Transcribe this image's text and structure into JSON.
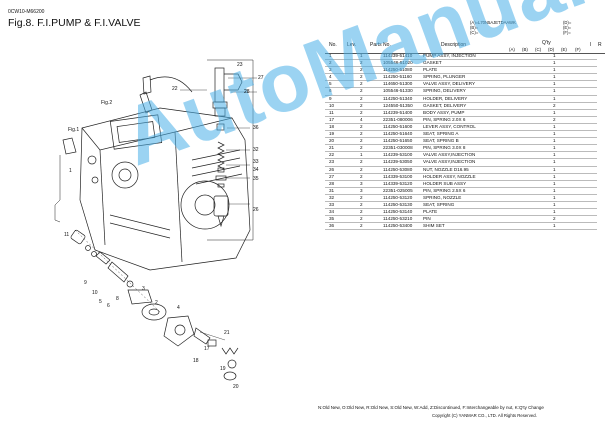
{
  "doc_code": "0CW10-M66200",
  "fig_title": "Fig.8.  F.I.PUMP & F.I.VALVE",
  "codes_left": [
    "(A)=L70N5AJETDAAWK",
    "(B)=",
    "(C)="
  ],
  "codes_right": [
    "(D)=",
    "(E)=",
    "(F)="
  ],
  "headers": {
    "no": "No.",
    "lev": "Lev.",
    "parts_no": "Parts No.",
    "description": "Description",
    "qty": "Q'ty",
    "i": "I",
    "r": "R"
  },
  "qty_cols": [
    "(A)",
    "(B)",
    "(C)",
    "(D)",
    "(E)",
    "(F)"
  ],
  "parts": [
    {
      "no": "1",
      "lev": "1",
      "pn": "114239-51410",
      "desc": "PUMP ASSY, INJECTION",
      "qty": "1"
    },
    {
      "no": "2",
      "lev": "2",
      "pn": "105546-51020",
      "desc": "GASKET",
      "qty": "1"
    },
    {
      "no": "3",
      "lev": "2",
      "pn": "114250-51080",
      "desc": "PLATE",
      "qty": "1"
    },
    {
      "no": "4",
      "lev": "2",
      "pn": "114250-51160",
      "desc": "SPRING, PLUNGER",
      "qty": "1"
    },
    {
      "no": "5",
      "lev": "2",
      "pn": "114650-51300",
      "desc": "VALVE ASSY, DELIVERY",
      "qty": "1"
    },
    {
      "no": "6",
      "lev": "2",
      "pn": "105546-51330",
      "desc": "SPRING, DELIVERY",
      "qty": "1"
    },
    {
      "no": "9",
      "lev": "2",
      "pn": "114250-51340",
      "desc": "HOLDER, DELIVERY",
      "qty": "1"
    },
    {
      "no": "10",
      "lev": "2",
      "pn": "124550-51350",
      "desc": "GASKET, DELIVERY",
      "qty": "2"
    },
    {
      "no": "11",
      "lev": "2",
      "pn": "114239-51400",
      "desc": "BODY ASSY, PUMP",
      "qty": "1"
    },
    {
      "no": "17",
      "lev": "4",
      "pn": "22351-080006",
      "desc": "PIN, SPRING 2.0X 6",
      "qty": "2"
    },
    {
      "no": "18",
      "lev": "2",
      "pn": "114250-51600",
      "desc": "LEVER ASSY, CONTROL",
      "qty": "1"
    },
    {
      "no": "19",
      "lev": "2",
      "pn": "114250-51640",
      "desc": "SEAT, SPRING A",
      "qty": "1"
    },
    {
      "no": "20",
      "lev": "2",
      "pn": "114250-51650",
      "desc": "SEAT, SPRING B",
      "qty": "1"
    },
    {
      "no": "21",
      "lev": "2",
      "pn": "22351-030008",
      "desc": "PIN, SPRING 3.0X 8",
      "qty": "1"
    },
    {
      "no": "22",
      "lev": "1",
      "pn": "114239-53100",
      "desc": "VALVE ASSY,INJECTION",
      "qty": "1"
    },
    {
      "no": "23",
      "lev": "2",
      "pn": "114239-53050",
      "desc": "VALVE ASSY,INJECTION",
      "qty": "1"
    },
    {
      "no": "26",
      "lev": "2",
      "pn": "114250-53080",
      "desc": "NUT, NOZZLE D16.95",
      "qty": "1"
    },
    {
      "no": "27",
      "lev": "2",
      "pn": "114339-53100",
      "desc": "HOLDER ASSY, NOZZLE",
      "qty": "1"
    },
    {
      "no": "28",
      "lev": "3",
      "pn": "114339-53120",
      "desc": "HOLDER SUB ASSY",
      "qty": "1"
    },
    {
      "no": "31",
      "lev": "3",
      "pn": "22351-025005",
      "desc": "PIN, SPRING 2.5X 6",
      "qty": "1"
    },
    {
      "no": "32",
      "lev": "2",
      "pn": "114250-53120",
      "desc": "SPRING, NOZZLE",
      "qty": "1"
    },
    {
      "no": "33",
      "lev": "2",
      "pn": "114250-53130",
      "desc": "SEAT, SPRING",
      "qty": "1"
    },
    {
      "no": "34",
      "lev": "2",
      "pn": "114250-53140",
      "desc": "PLATE",
      "qty": "1"
    },
    {
      "no": "35",
      "lev": "2",
      "pn": "114250-53210",
      "desc": "PIN",
      "qty": "2"
    },
    {
      "no": "36",
      "lev": "2",
      "pn": "114250-53400",
      "desc": "SHIM SET",
      "qty": "1"
    }
  ],
  "footer_legend": "N:Old  New, O:Old  New, R:Old  New, S:Old  New, W:Add, Z:Discontinued, F:Interchangeable by nut, K:Q'ty Change",
  "copyright": "Copyright (C) YANMAR CO., LTD. All Rights Reserved.",
  "watermark": "AutoManual",
  "drawing_labels": {
    "fig2": "Fig.2",
    "fig1": "Fig.1",
    "n22": "22",
    "n23": "23",
    "n27": "27",
    "n28": "28",
    "n36": "36",
    "n32": "32",
    "n33": "33",
    "n34": "34",
    "n35": "35",
    "n26": "26",
    "n11": "11",
    "n9": "9",
    "n10": "10",
    "n5": "5",
    "n6": "6",
    "n8": "8",
    "n3": "3",
    "n2": "2",
    "n4": "4",
    "n21": "21",
    "n17": "17",
    "n18": "18",
    "n19": "19",
    "n20": "20",
    "n1": "1"
  }
}
